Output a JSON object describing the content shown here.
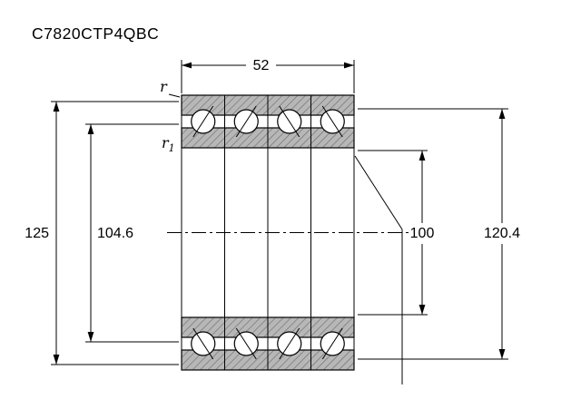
{
  "title": "C7820CTP4QBC",
  "dims": {
    "width": "52",
    "outer_diameter": "125",
    "shoulder_inner": "104.6",
    "bore": "100",
    "shoulder_outer": "120.4",
    "fillet": "r",
    "fillet1_base": "r",
    "fillet1_sub": "1"
  },
  "colors": {
    "ring_fill": "#b7b7b7",
    "hatch_line": "#6f6f6f",
    "line": "#000000"
  }
}
